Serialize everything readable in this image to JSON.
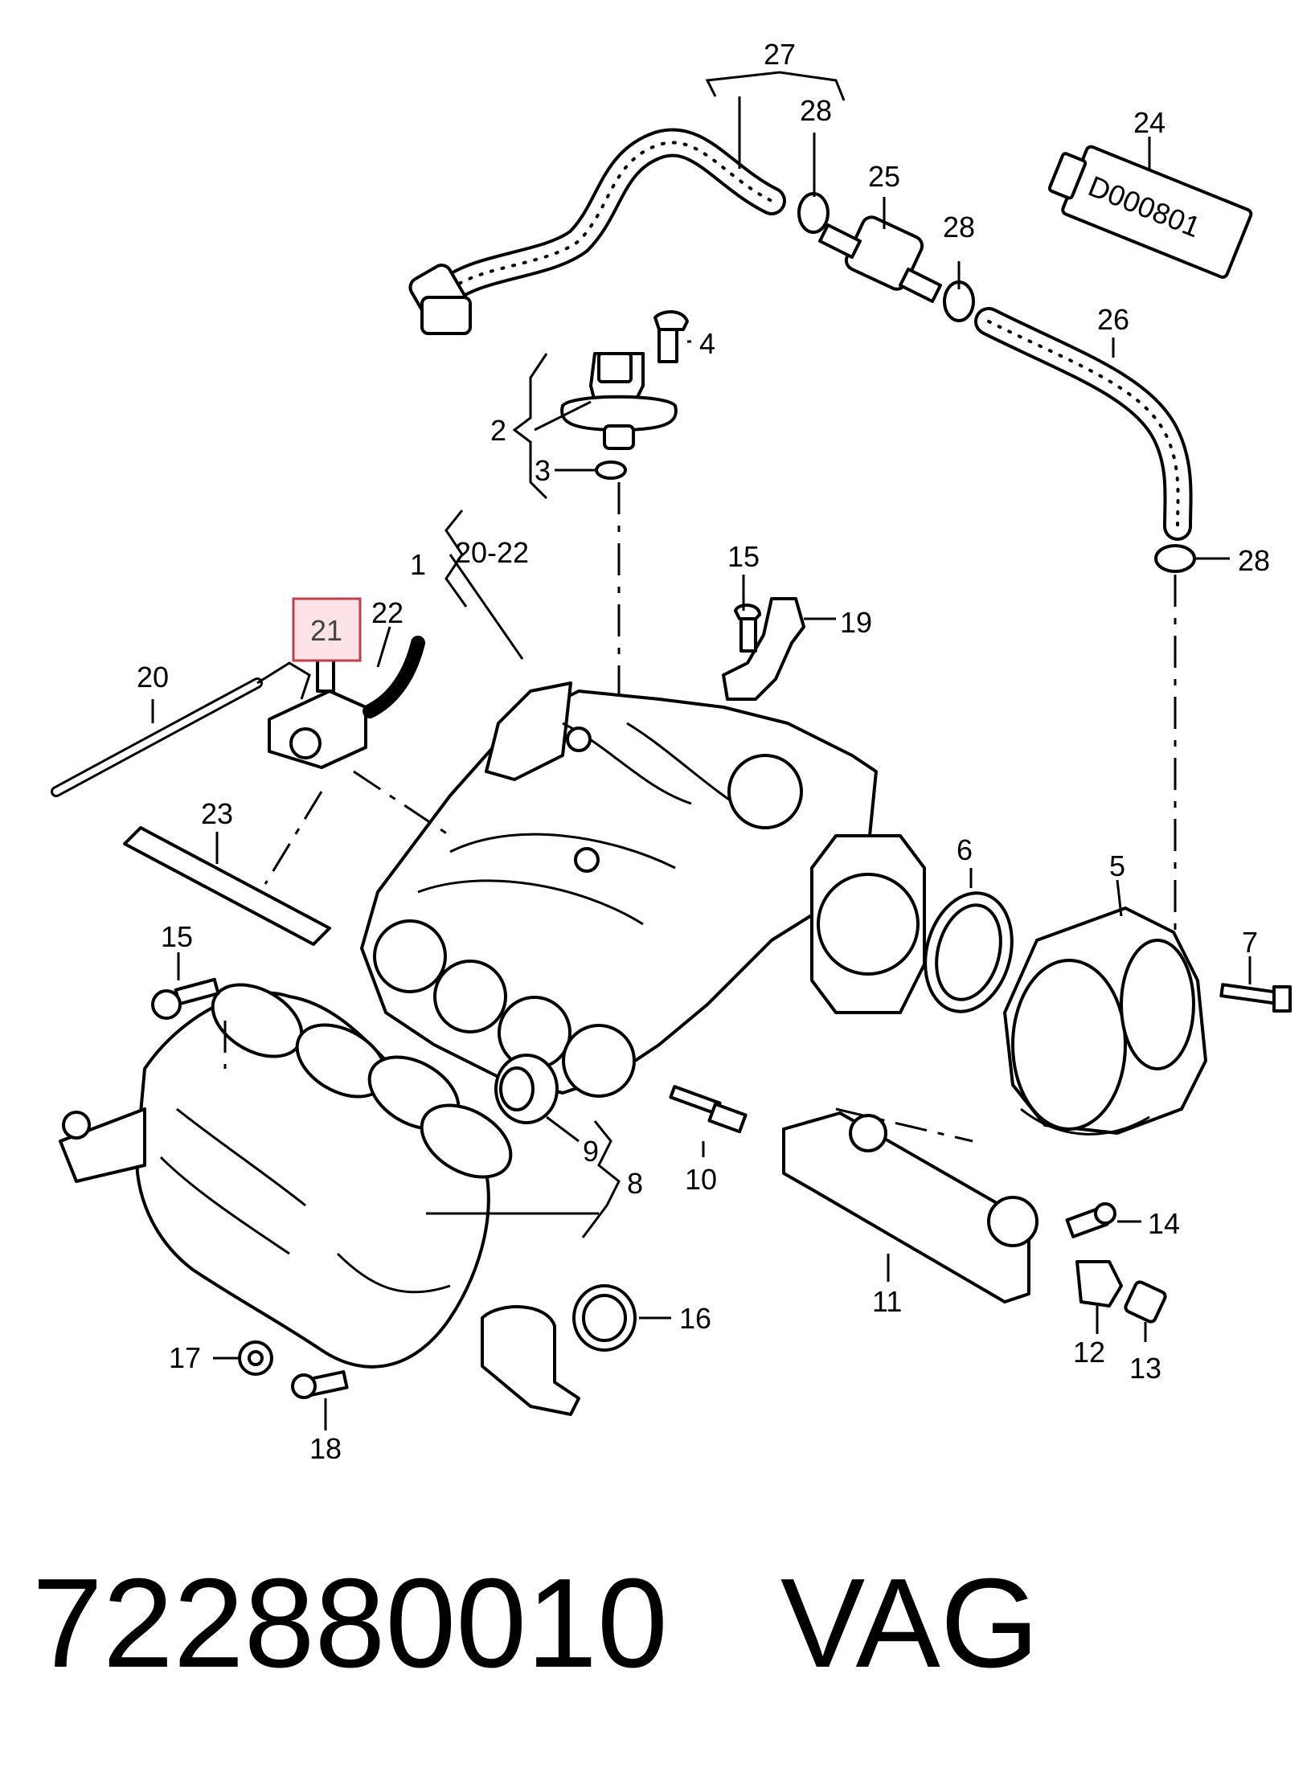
{
  "callouts": {
    "c1": "1",
    "c2": "2",
    "c3": "3",
    "c4": "4",
    "c5": "5",
    "c6": "6",
    "c7": "7",
    "c8": "8",
    "c9": "9",
    "c10": "10",
    "c11": "11",
    "c12": "12",
    "c13": "13",
    "c14": "14",
    "c15a": "15",
    "c15b": "15",
    "c16": "16",
    "c17": "17",
    "c18": "18",
    "c19": "19",
    "c20": "20",
    "c20_22": "20-22",
    "c21": "21",
    "c22": "22",
    "c23": "23",
    "c24": "24",
    "c25": "25",
    "c26": "26",
    "c27": "27",
    "c28a": "28",
    "c28b": "28",
    "c28c": "28"
  },
  "tube_label": "D000801",
  "highlighted_callout": "21",
  "highlight_color": "#fbe3e7",
  "highlight_border": "#c43c4b",
  "footer": {
    "part_number": "722880010",
    "brand": "VAG"
  }
}
